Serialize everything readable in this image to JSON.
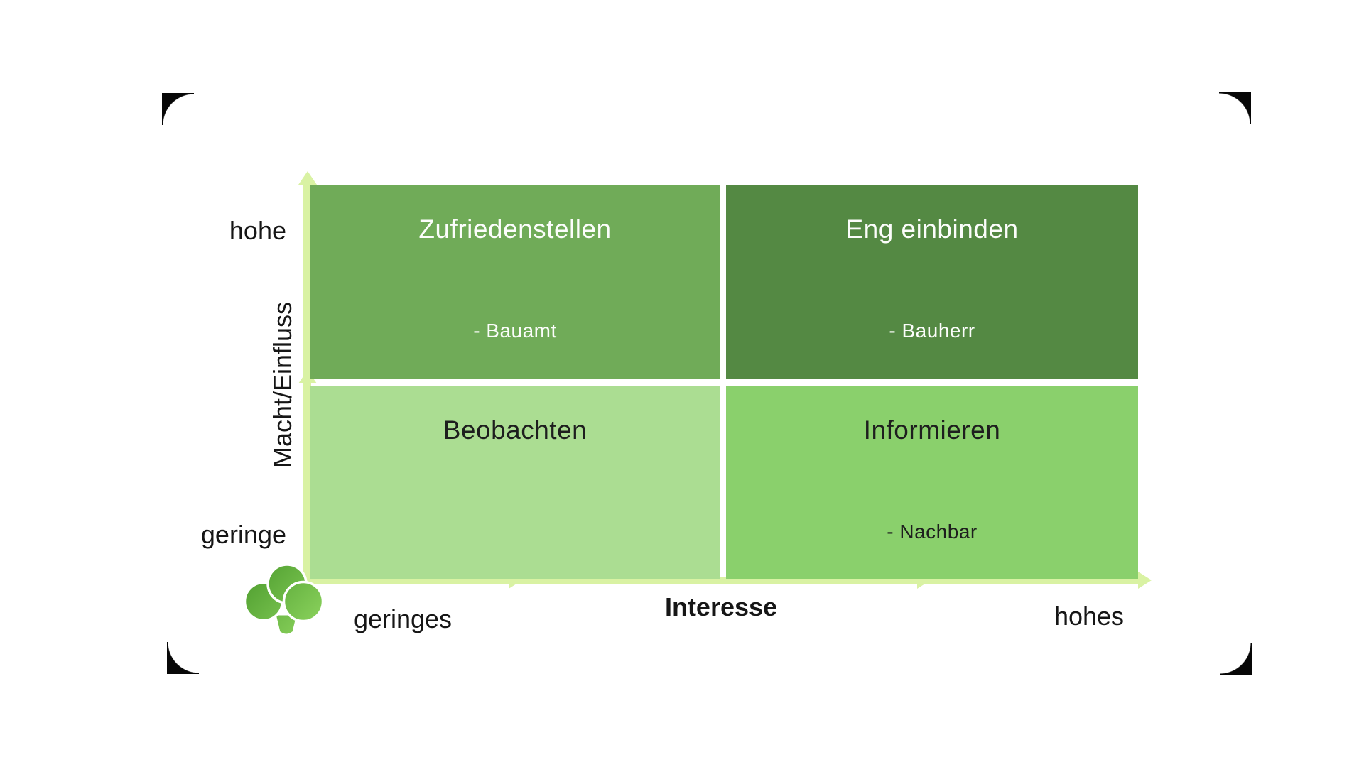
{
  "matrix": {
    "quadrants": {
      "top_left": {
        "title": "Zufriedenstellen",
        "item": "- Bauamt",
        "bg": "#70ab58",
        "text_color": "#fcfdfb"
      },
      "top_right": {
        "title": "Eng einbinden",
        "item": "- Bauherr",
        "bg": "#548943",
        "text_color": "#fcfdfb"
      },
      "bottom_left": {
        "title": "Beobachten",
        "bg": "#abdd92",
        "text_color": "#1e1e1e"
      },
      "bottom_right": {
        "title": "Informieren",
        "item": "- Nachbar",
        "bg": "#8ad06c",
        "text_color": "#1e1e1e"
      }
    },
    "y_axis": {
      "label": "Macht/Einfluss",
      "high_label": "hohe",
      "low_label": "geringe",
      "color": "#d9f2a3"
    },
    "x_axis": {
      "label": "Interesse",
      "low_label": "geringes",
      "high_label": "hohes",
      "color": "#d9f2a3"
    },
    "logo": {
      "name": "broccoli-logo",
      "gradient_start": "#48982a",
      "gradient_end": "#97dd66"
    },
    "corner_marks_color": "#070707"
  }
}
